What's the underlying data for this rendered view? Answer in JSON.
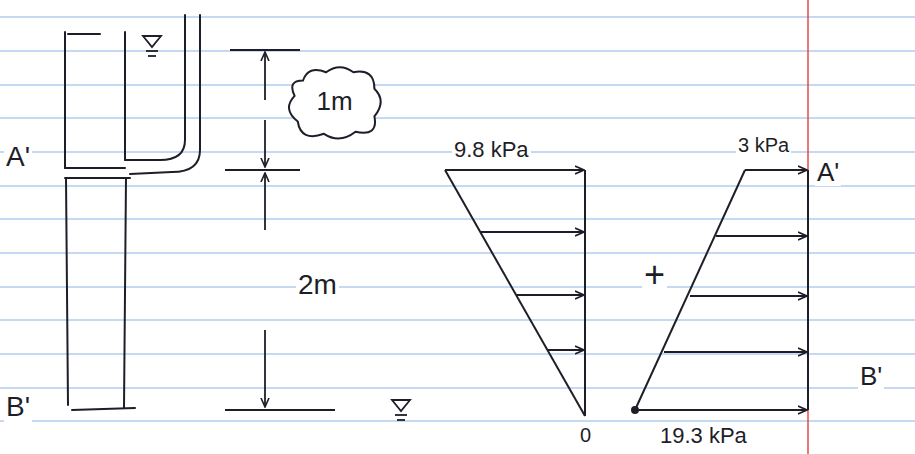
{
  "diagram": {
    "nodes": [
      {
        "text": [
          "1m"
        ]
      }
    ],
    "labels": [
      "A'",
      "B'",
      "2m",
      "9.8 kPa",
      "0",
      "+",
      "3 kPa",
      "A'",
      "B'",
      "19.3 kPa"
    ]
  }
}
